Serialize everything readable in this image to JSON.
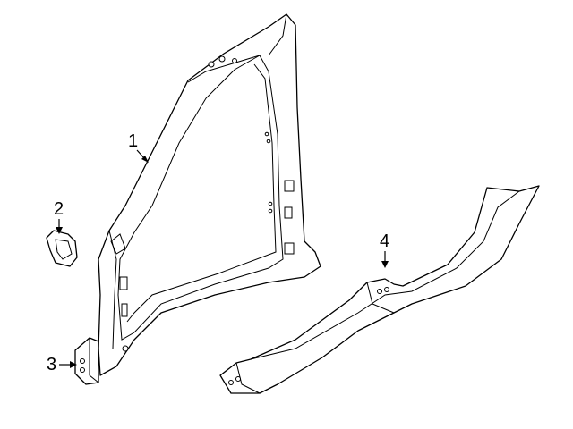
{
  "callouts": [
    {
      "number": "1",
      "part": "body-side-outer-panel"
    },
    {
      "number": "2",
      "part": "reinforcement-bracket"
    },
    {
      "number": "3",
      "part": "mounting-bracket"
    },
    {
      "number": "4",
      "part": "rocker-panel"
    }
  ],
  "colors": {
    "line": "#000000",
    "background": "#ffffff"
  }
}
